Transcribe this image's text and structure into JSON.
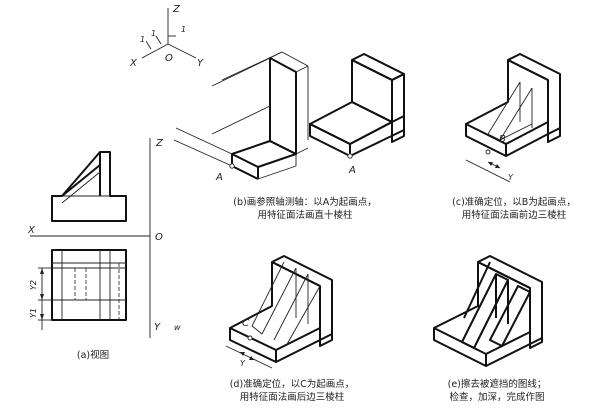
{
  "axis_labels": {
    "z_top": "Z",
    "x_top": "X",
    "y_top": "Y",
    "o_top": "O",
    "one_a": "1",
    "one_b": "1",
    "z_view": "Z",
    "x_view": "X",
    "o_view": "O",
    "y_view": "Y",
    "y_view_right": "Y",
    "y_view_hint": "w",
    "y1": "Y1",
    "y2": "Y2"
  },
  "point_labels": {
    "a1": "A",
    "a2": "A",
    "b": "B",
    "c": "C",
    "y_c": "Y",
    "y_b": "Y"
  },
  "captions": {
    "a": "(a)视图",
    "b_line1": "(b)画参照轴测轴：以A为起画点，",
    "b_line2": "用特征面法画直十棱柱",
    "c_line1": "(c)准确定位，以B为起画点，",
    "c_line2": "用特征面法画前边三棱柱",
    "d_line1": "(d)准确定位，以C为起画点，",
    "d_line2": "用特征面法画后边三棱柱",
    "e_line1": "(e)擦去被遮挡的图线；",
    "e_line2": "检查，加深，完成作图"
  }
}
